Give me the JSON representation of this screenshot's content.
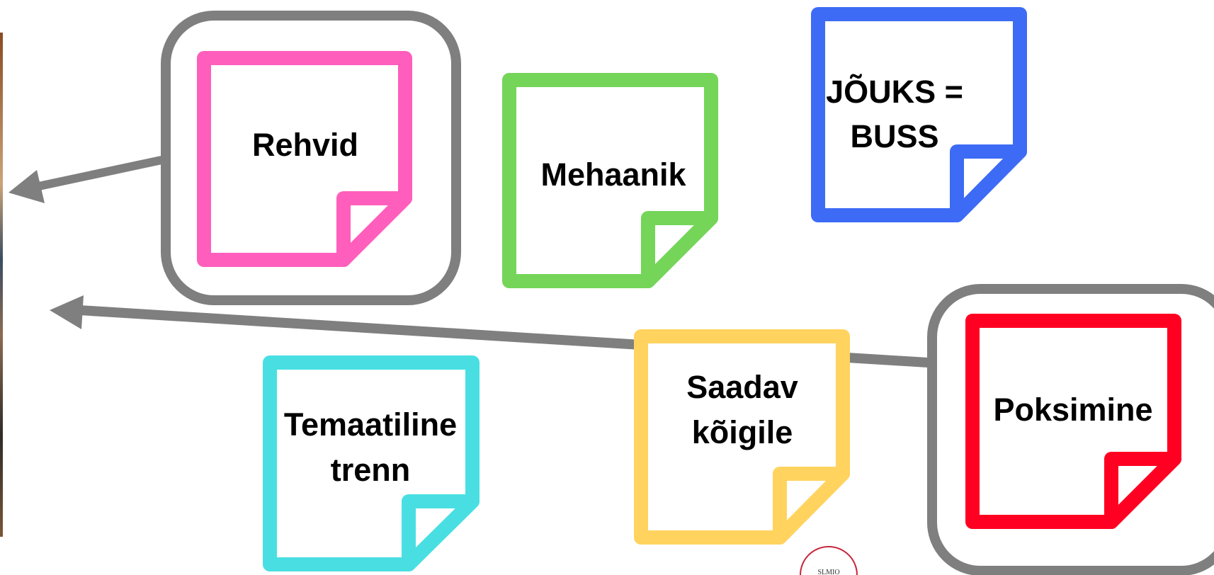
{
  "notes": {
    "rehvid": {
      "label": "Rehvid",
      "color": "#ff5ebc"
    },
    "mehaanik": {
      "label": "Mehaanik",
      "color": "#74d558"
    },
    "jouks_line1": {
      "label": "JÕUKS =",
      "color": "#3d6bf5"
    },
    "jouks_line2": {
      "label": "BUSS"
    },
    "temaatiline_line1": {
      "label": "Temaatiline",
      "color": "#49dfe2"
    },
    "temaatiline_line2": {
      "label": "trenn"
    },
    "saadav_line1": {
      "label": "Saadav",
      "color": "#ffd35e"
    },
    "saadav_line2": {
      "label": "kõigile"
    },
    "poksimine": {
      "label": "Poksimine",
      "color": "#ff0022"
    }
  },
  "highlight_frame_color": "#7f7f7f",
  "arrow_color": "#7f7f7f",
  "seal_text": "SLMIO"
}
